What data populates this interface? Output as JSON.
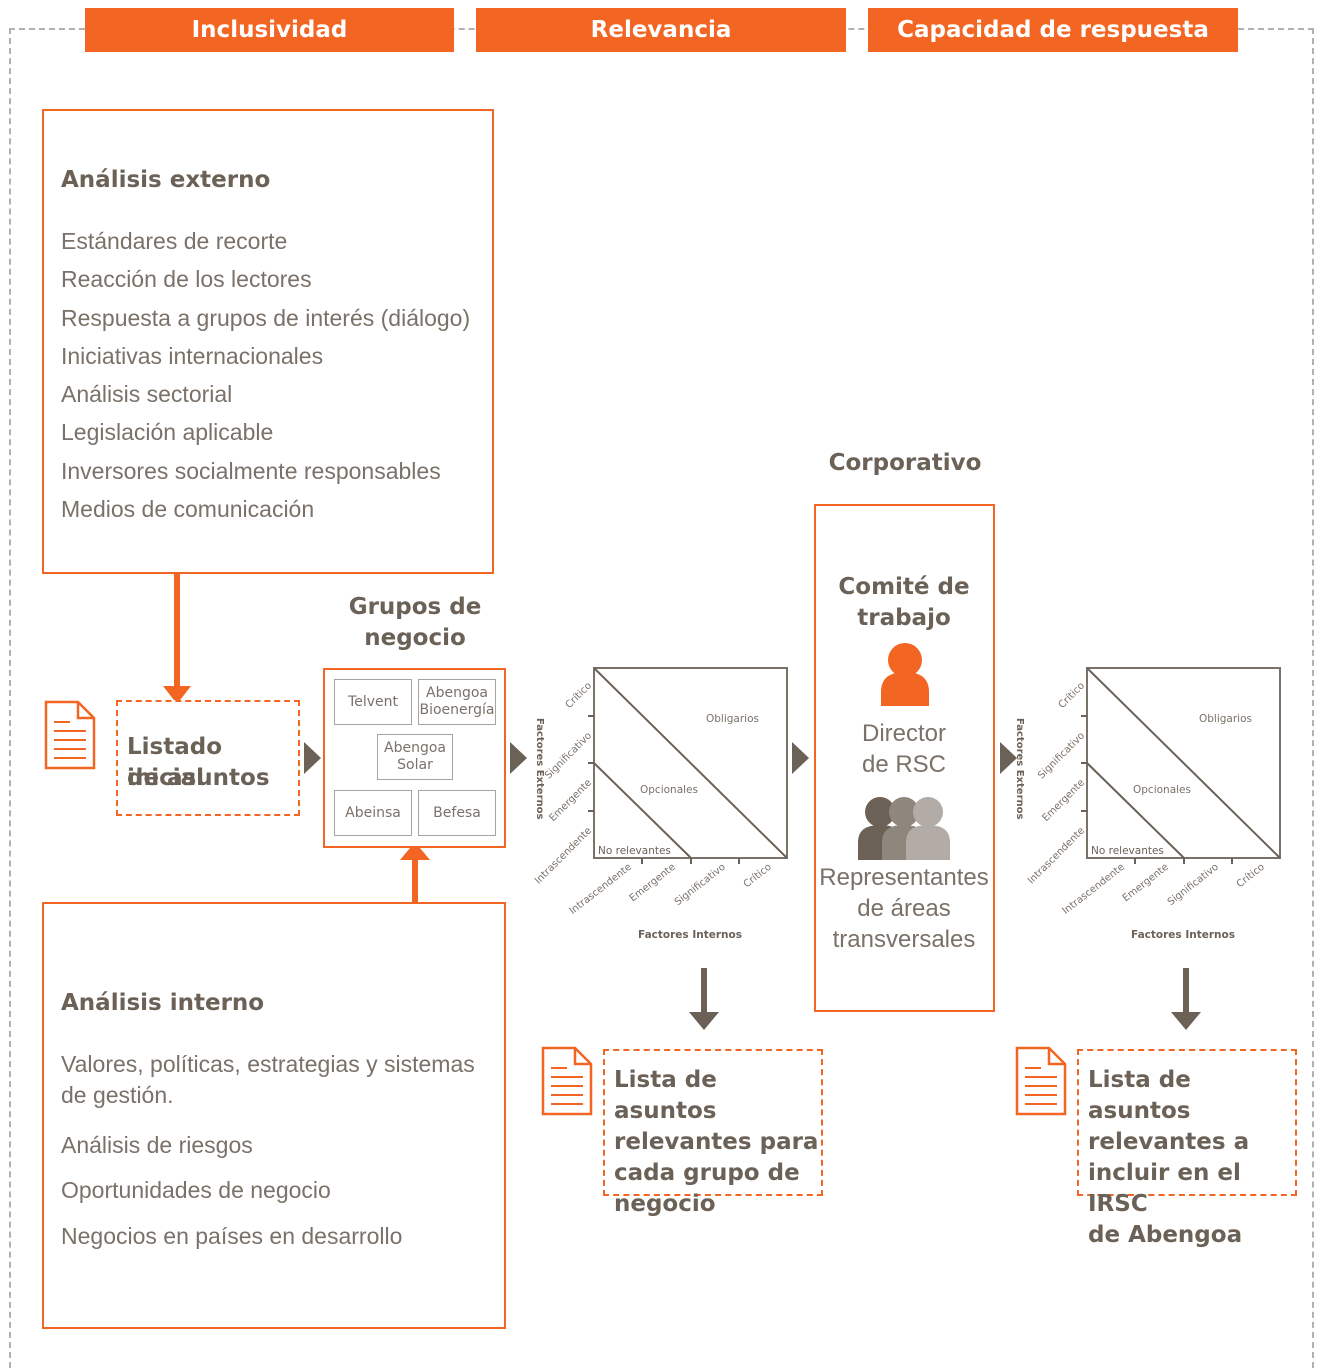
{
  "header": {
    "tabs": [
      {
        "label": "Inclusividad"
      },
      {
        "label": "Relevancia"
      },
      {
        "label": "Capacidad de respuesta"
      }
    ]
  },
  "external_analysis": {
    "title": "Análisis externo",
    "items": [
      "Estándares de recorte",
      "Reacción de los lectores",
      "Respuesta a grupos de interés (diálogo)",
      "Iniciativas internacionales",
      "Análisis sectorial",
      "Legislación aplicable",
      "Inversores socialmente responsables",
      "Medios de comunicación"
    ]
  },
  "internal_analysis": {
    "title": "Análisis interno",
    "items": [
      "Valores, políticas, estrategias y sistemas de gestión.",
      "Análisis de riesgos",
      "Oportunidades de negocio",
      "Negocios en países en desarrollo"
    ]
  },
  "initial_list": {
    "line1": "Listado inicial",
    "line2": "de asuntos"
  },
  "business_groups": {
    "title_line1": "Grupos de",
    "title_line2": "negocio",
    "telvent": "Telvent",
    "bio_line1": "Abengoa",
    "bio_line2": "Bioenergía",
    "solar_line1": "Abengoa",
    "solar_line2": "Solar",
    "abeinsa": "Abeinsa",
    "befesa": "Befesa"
  },
  "matrix": {
    "y_axis_label": "Factores Externos",
    "x_axis_label": "Factores Internos",
    "y_ticks": [
      "Crítico",
      "Significativo",
      "Emergente",
      "Intrascendente"
    ],
    "x_ticks": [
      "Intrascendente",
      "Emergente",
      "Significativo",
      "Crítico"
    ],
    "regions": {
      "top": "Obligarios",
      "middle": "Opcionales",
      "bottom": "No relevantes"
    }
  },
  "corporate": {
    "title": "Corporativo",
    "committee_line1": "Comité de",
    "committee_line2": "trabajo",
    "director_line1": "Director",
    "director_line2": "de RSC",
    "reps_line1": "Representantes",
    "reps_line2": "de áreas",
    "reps_line3": "transversales"
  },
  "output1": {
    "lines": [
      "Lista de asuntos",
      "relevantes para",
      "cada grupo de",
      "negocio"
    ]
  },
  "output2": {
    "lines": [
      "Lista de asuntos",
      "relevantes a",
      "incluir en el IRSC",
      "de Abengoa"
    ]
  },
  "colors": {
    "accent": "#f26522",
    "text": "#6b6157",
    "arrow": "#6b6157"
  },
  "icons": [
    "document-icon",
    "person-icon",
    "group-icon",
    "arrow-right-icon",
    "arrow-down-icon"
  ]
}
